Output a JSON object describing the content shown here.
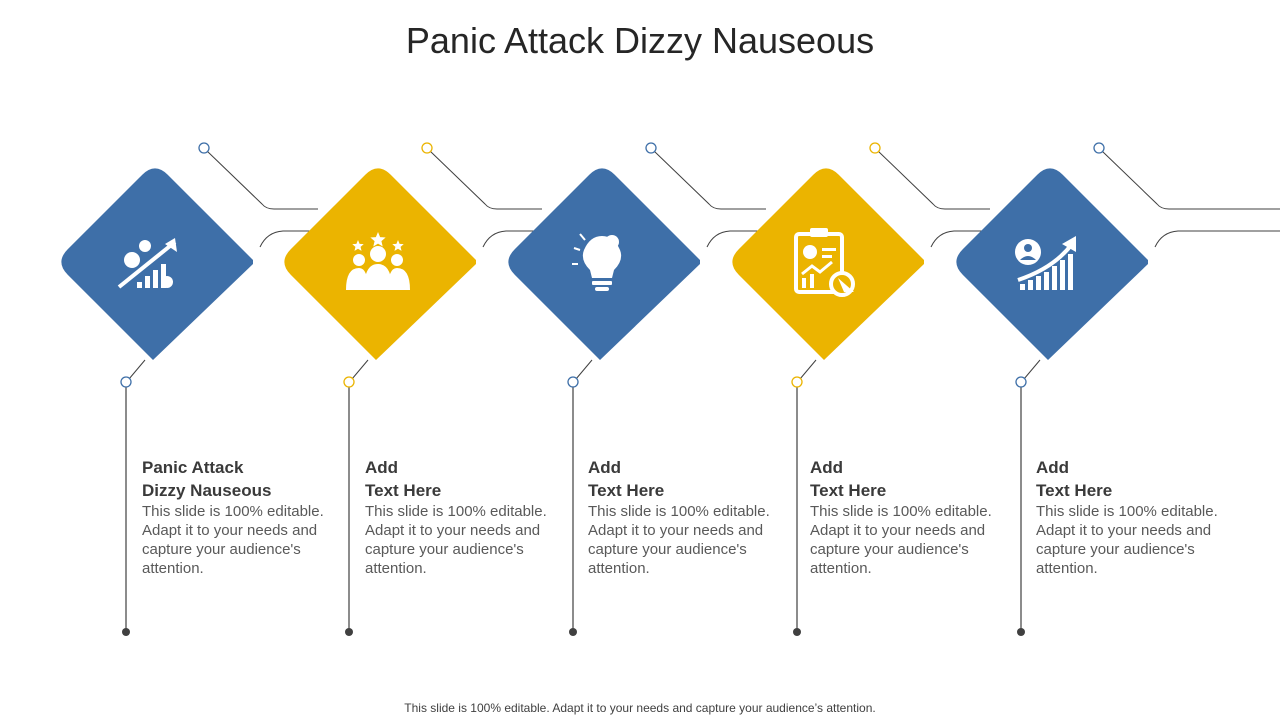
{
  "slide": {
    "title": "Panic Attack Dizzy Nauseous",
    "footer": "This slide is 100% editable. Adapt it to your needs and capture your audience’s attention."
  },
  "colors": {
    "blue": "#3e6fa8",
    "yellow": "#ebb400",
    "line": "#404040"
  },
  "steps": [
    {
      "heading_line1": "Panic Attack",
      "heading_line2": "Dizzy Nauseous",
      "body": "This slide is 100% editable. Adapt it to your needs and capture your audience's attention.",
      "color": "blue",
      "icon": "gears-growth-chart-icon"
    },
    {
      "heading_line1": "Add",
      "heading_line2": "Text Here",
      "body": "This slide is 100% editable. Adapt it to your needs and capture your audience's attention.",
      "color": "yellow",
      "icon": "team-stars-icon"
    },
    {
      "heading_line1": "Add",
      "heading_line2": "Text Here",
      "body": "This slide is 100% editable. Adapt it to your needs and capture your audience's attention.",
      "color": "blue",
      "icon": "lightbulb-gear-icon"
    },
    {
      "heading_line1": "Add",
      "heading_line2": "Text Here",
      "body": "This slide is 100% editable. Adapt it to your needs and capture your audience's attention.",
      "color": "yellow",
      "icon": "clipboard-report-icon"
    },
    {
      "heading_line1": "Add",
      "heading_line2": "Text Here",
      "body": "This slide is 100% editable. Adapt it to your needs and capture your audience's attention.",
      "color": "blue",
      "icon": "user-growth-chart-icon"
    }
  ]
}
